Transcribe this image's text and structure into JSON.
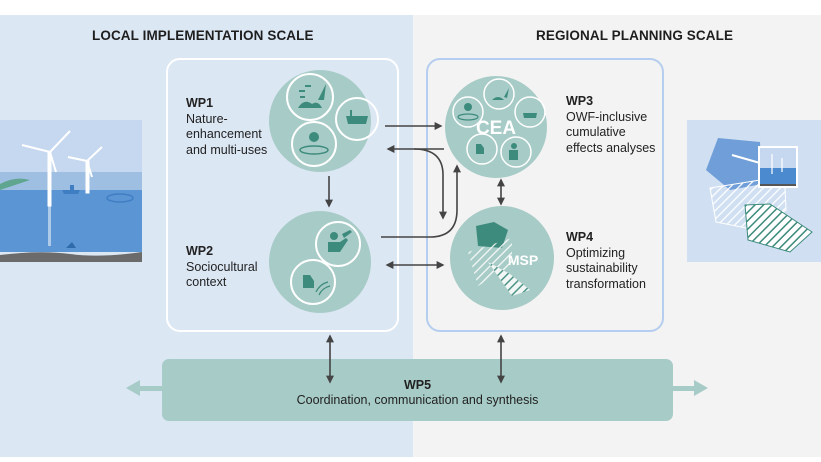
{
  "scales": {
    "local": "LOCAL IMPLEMENTATION SCALE",
    "regional": "REGIONAL PLANNING SCALE"
  },
  "work_packages": [
    {
      "id": "WP1",
      "lines": [
        "Nature-",
        "enhancement",
        "and multi-uses"
      ]
    },
    {
      "id": "WP2",
      "lines": [
        "Sociocultural",
        "context"
      ]
    },
    {
      "id": "WP3",
      "lines": [
        "OWF-inclusive",
        "cumulative",
        "effects analyses"
      ],
      "circle_label": "CEA"
    },
    {
      "id": "WP4",
      "lines": [
        "Optimizing",
        "sustainability",
        "transformation"
      ],
      "circle_label": "MSP"
    },
    {
      "id": "WP5",
      "lines": [
        "Coordination, communication and synthesis"
      ]
    }
  ],
  "colors": {
    "local_bg": "#dce7f4",
    "regional_bg": "#f3f3f3",
    "circle_fill": "#a7cbc6",
    "icon_fill": "#3d8b7c",
    "arrow": "#444444",
    "regional_border": "#b5cdee"
  }
}
